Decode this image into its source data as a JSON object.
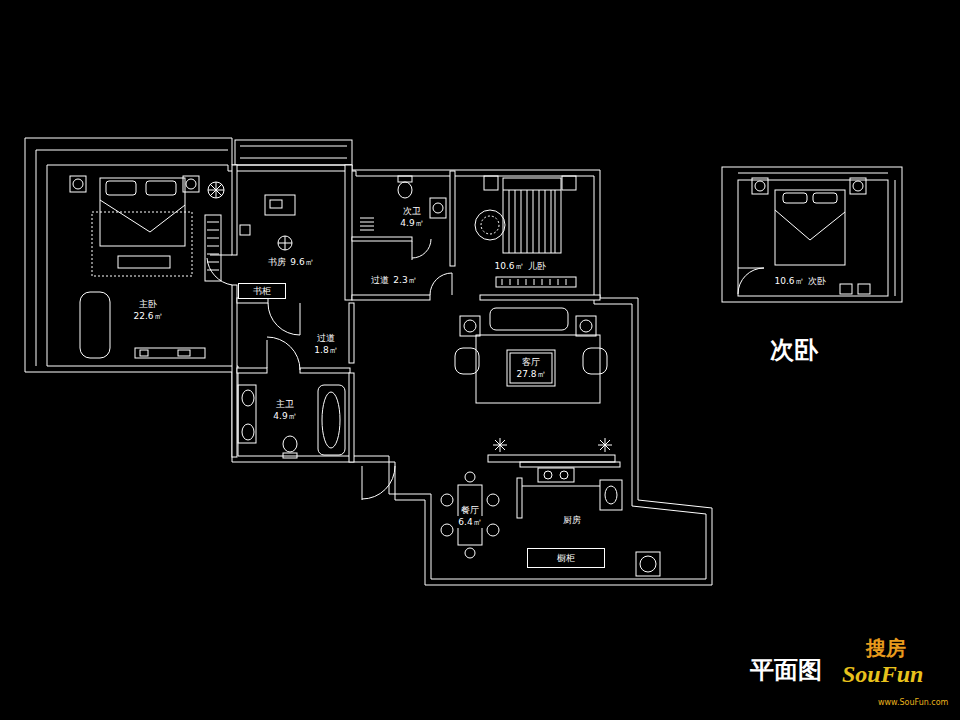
{
  "diagram": {
    "caption": "平面图",
    "nodes": [
      {
        "text": [
          "主卧",
          "22.6㎡"
        ]
      },
      {
        "text": [
          "书房",
          "9.6㎡"
        ]
      },
      {
        "text": [
          "书柜"
        ],
        "in": 1
      },
      {
        "text": [
          "次卫",
          "4.9㎡"
        ]
      },
      {
        "text": [
          "过道",
          "2.3㎡"
        ]
      },
      {
        "text": [
          "10.6㎡",
          "儿卧"
        ]
      },
      {
        "text": [
          "过道",
          "1.8㎡"
        ]
      },
      {
        "text": [
          "主卫",
          "4.9㎡"
        ]
      },
      {
        "text": [
          "客厅",
          "27.8㎡"
        ]
      },
      {
        "text": [
          "餐厅",
          "6.4㎡"
        ]
      },
      {
        "text": [
          "厨房"
        ]
      },
      {
        "text": [
          "橱柜"
        ],
        "in": 10
      },
      {
        "text": [
          "10.6㎡",
          "次卧"
        ]
      }
    ],
    "labels": [
      "次卧",
      "搜房",
      "SouFun",
      "www.SouFun.com"
    ]
  }
}
